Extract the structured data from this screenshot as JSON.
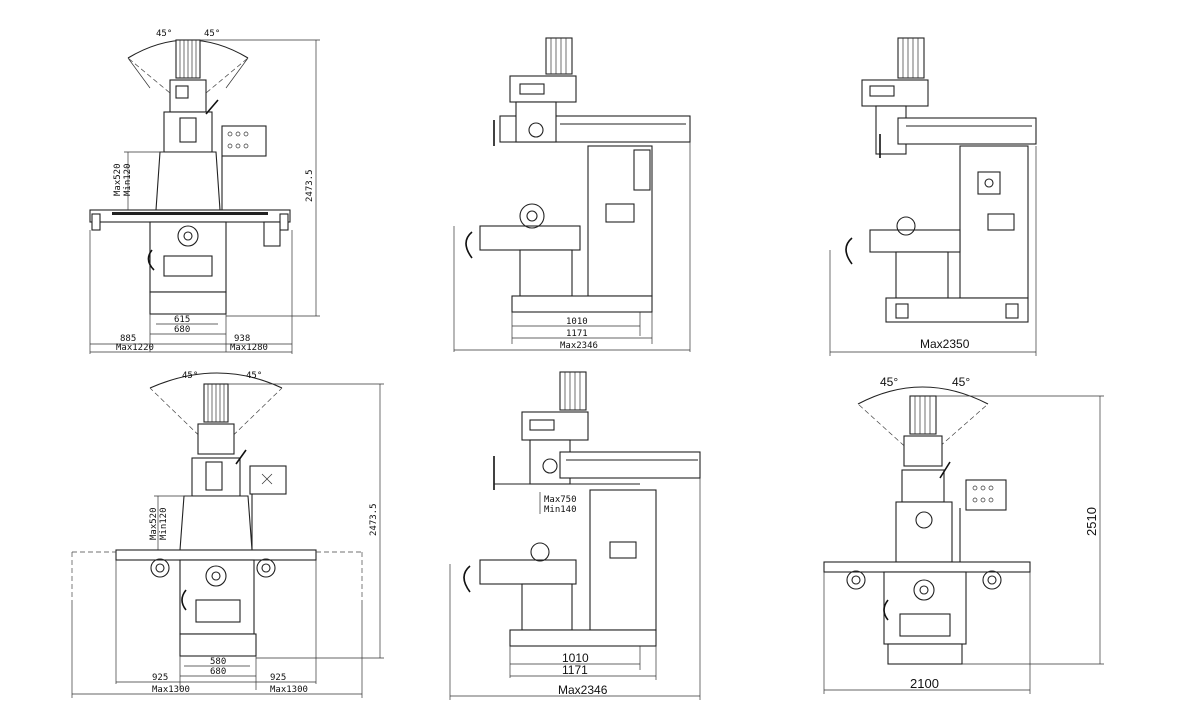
{
  "views": {
    "v1": {
      "angle_left": "45°",
      "angle_right": "45°",
      "knee_travel": [
        "Max520",
        "Min120"
      ],
      "height": "2473.5",
      "dim_615": "615",
      "dim_680": "680",
      "dim_885": "885",
      "dim_938": "938",
      "dim_max1220": "Max1220",
      "dim_max1280": "Max1280"
    },
    "v2": {
      "dim_1010": "1010",
      "dim_1171": "1171",
      "dim_max2346": "Max2346"
    },
    "v3": {
      "dim_max2350": "Max2350"
    },
    "v4": {
      "angle_left": "45°",
      "angle_right": "45°",
      "knee_travel": [
        "Max520",
        "Min120"
      ],
      "height": "2473.5",
      "dim_580": "580",
      "dim_680": "680",
      "dim_925_left": "925",
      "dim_925_right": "925",
      "dim_max1300_left": "Max1300",
      "dim_max1300_right": "Max1300"
    },
    "v5": {
      "ram_travel": [
        "Max750",
        "Min140"
      ],
      "dim_1010": "1010",
      "dim_1171": "1171",
      "dim_max2346": "Max2346"
    },
    "v6": {
      "angle_left": "45°",
      "angle_right": "45°",
      "height": "2510",
      "dim_2100": "2100"
    }
  }
}
